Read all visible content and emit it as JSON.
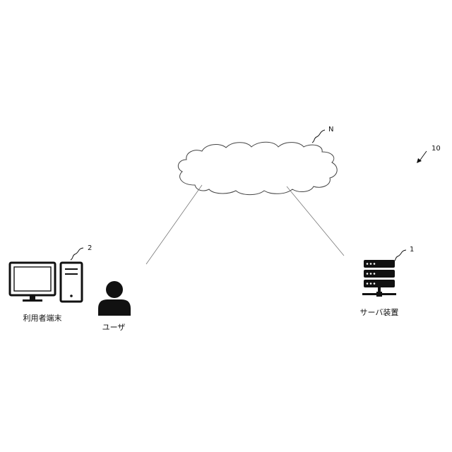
{
  "figure": {
    "system_ref": "10",
    "network": {
      "ref": "N"
    },
    "user_terminal": {
      "ref": "2",
      "label": "利用者端末"
    },
    "user": {
      "label": "ユーザ"
    },
    "server": {
      "ref": "1",
      "label": "サーバ装置"
    }
  },
  "icons": {
    "network": "cloud-icon",
    "user_terminal": "desktop-computer-icon",
    "user": "person-icon",
    "server": "server-rack-icon"
  }
}
